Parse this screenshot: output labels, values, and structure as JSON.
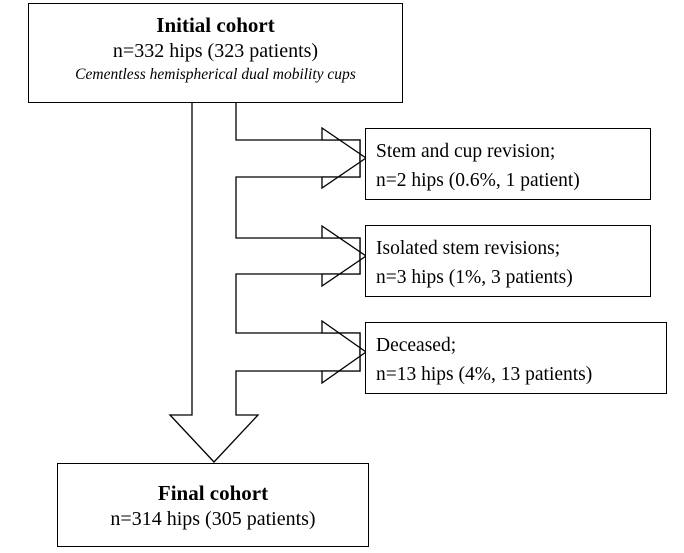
{
  "initial_cohort": {
    "title": "Initial cohort",
    "count": "n=332 hips (323 patients)",
    "description": "Cementless hemispherical dual mobility cups"
  },
  "exclusions": [
    {
      "line1": "Stem and cup revision;",
      "line2": "n=2 hips (0.6%, 1 patient)"
    },
    {
      "line1": "Isolated stem revisions;",
      "line2": "n=3 hips (1%, 3 patients)"
    },
    {
      "line1": "Deceased;",
      "line2": "n=13 hips (4%, 13 patients)"
    }
  ],
  "final_cohort": {
    "title": "Final cohort",
    "count": "n=314 hips (305 patients)"
  }
}
